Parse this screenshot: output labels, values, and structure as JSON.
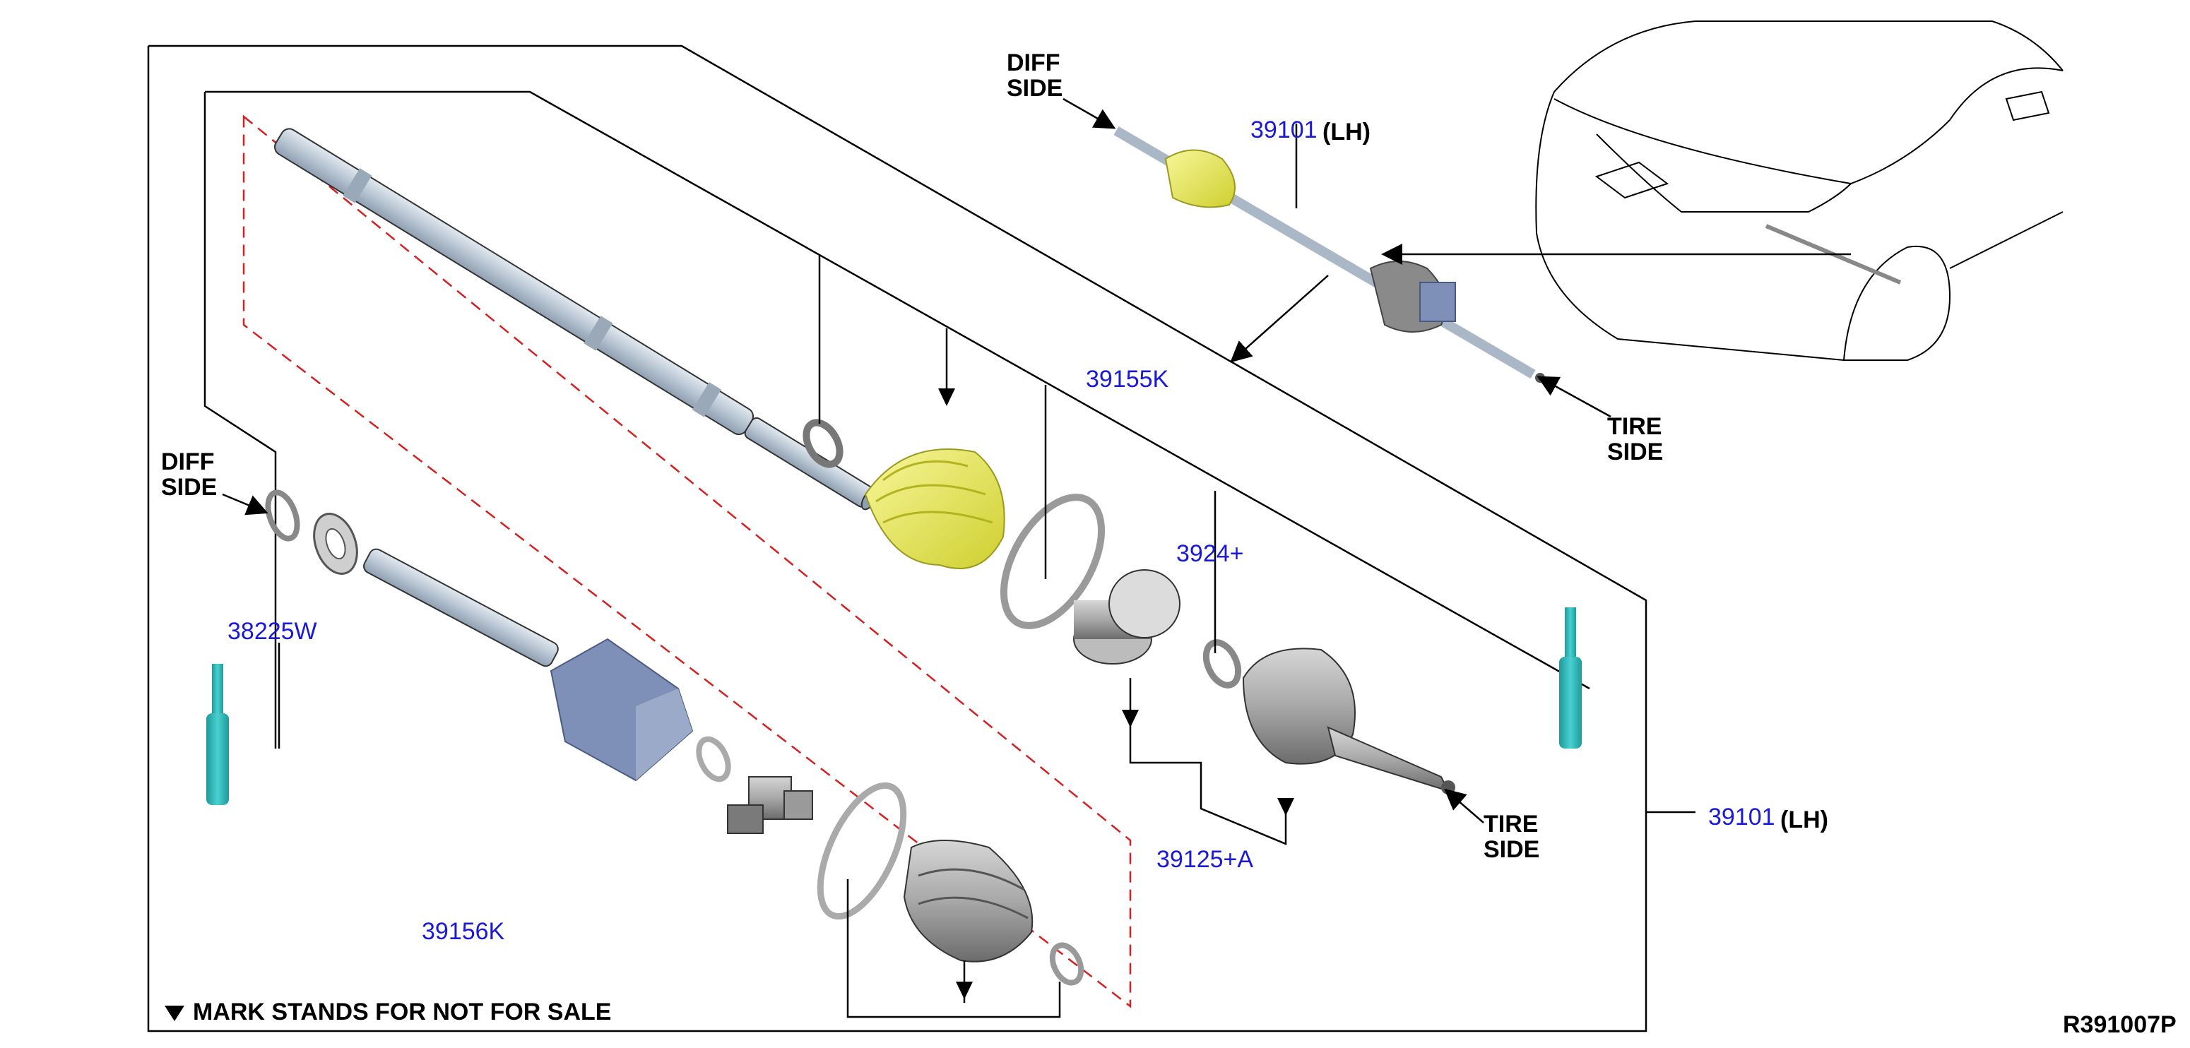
{
  "parts": {
    "p39101_top": "39101",
    "p39101_top_suffix": "(LH)",
    "p39101_right": "39101",
    "p39101_right_suffix": "(LH)",
    "p39155K": "39155K",
    "p38225W": "38225W",
    "p39125A": "39125+A",
    "p39156K": "39156K",
    "p3924x": "3924+"
  },
  "side_labels": {
    "diff_top_1": "DIFF",
    "diff_top_2": "SIDE",
    "diff_left_1": "DIFF",
    "diff_left_2": "SIDE",
    "tire_top_1": "TIRE",
    "tire_top_2": "SIDE",
    "tire_mid_1": "TIRE",
    "tire_mid_2": "SIDE"
  },
  "legend": "MARK STANDS FOR NOT FOR SALE",
  "diagram_code": "R391007P",
  "colors": {
    "boot_yellow": "#ecec5a",
    "boot_gray": "#8a8a8a",
    "shaft_blue": "#b9c6d3",
    "housing_blue": "#7f90b8",
    "grease_teal": "#2fb7b7",
    "part_number_blue": "#1a1ad6",
    "dashed_red": "#d42020"
  }
}
